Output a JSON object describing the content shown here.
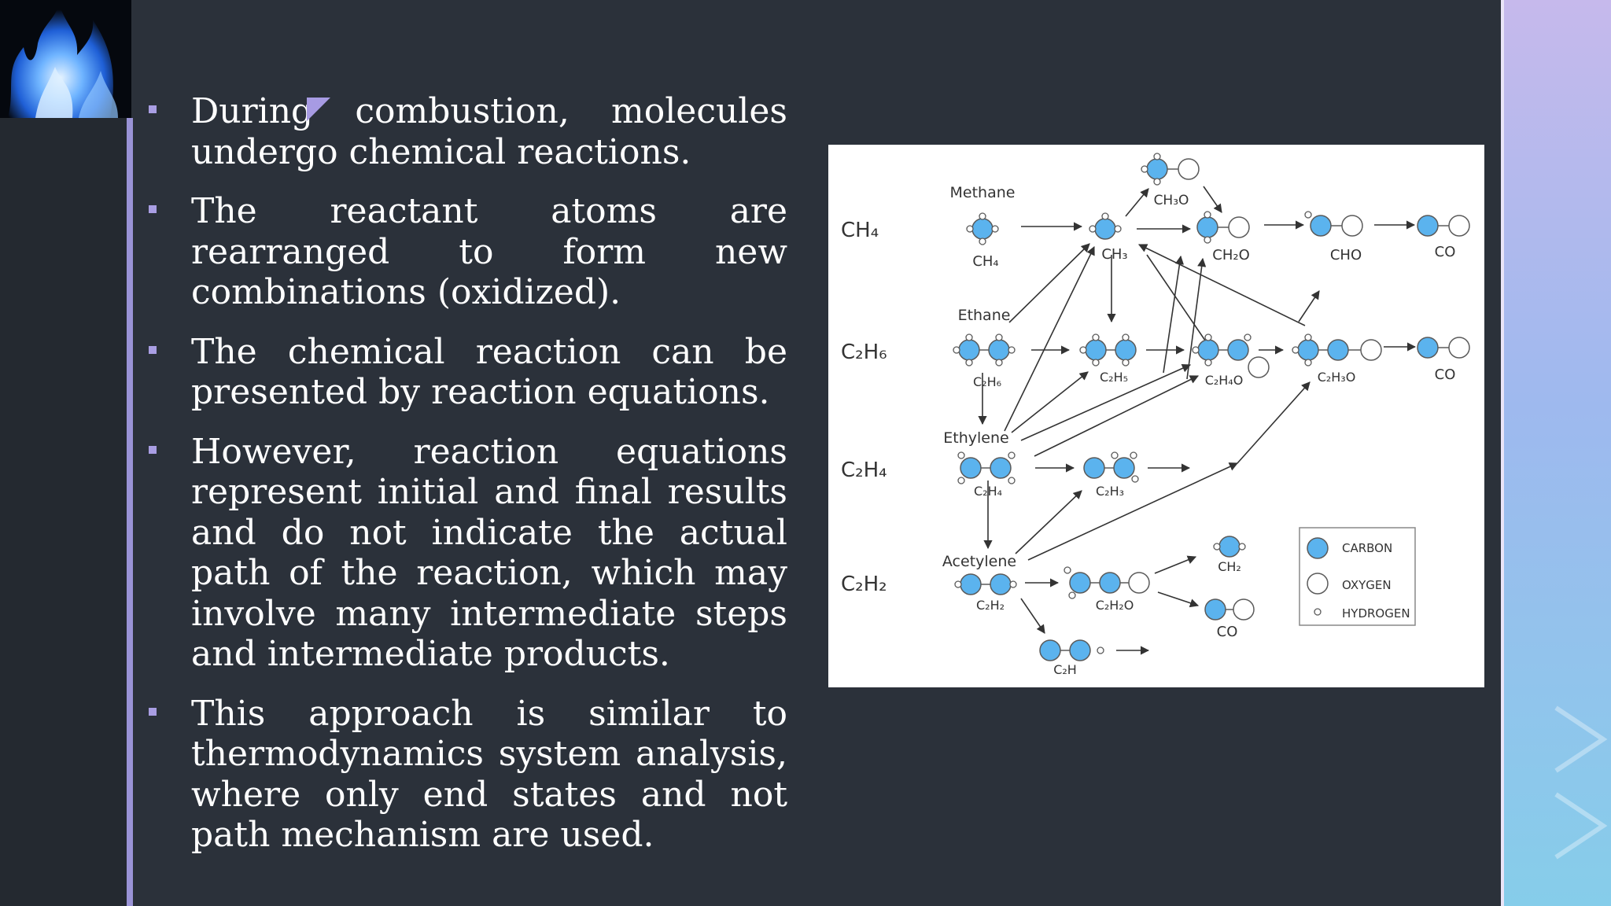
{
  "bullets": [
    "During combustion, molecules undergo chemical reactions.",
    "The reactant atoms are rearranged to form new combinations (oxidized).",
    "The chemical reaction can be presented by reaction equations.",
    "However, reaction equations represent initial and final results and do not indicate the actual path of the reaction, which may involve many intermediate steps and intermediate products.",
    "This approach is similar to thermodynamics system analysis, where only end states and not path mechanism are used."
  ],
  "diagram": {
    "rows": [
      {
        "formula": "CH₄",
        "name": "Methane"
      },
      {
        "formula": "C₂H₆",
        "name": "Ethane"
      },
      {
        "formula": "C₂H₄",
        "name": "Ethylene"
      },
      {
        "formula": "C₂H₂",
        "name": "Acetylene"
      }
    ],
    "species": {
      "ch4": "CH₄",
      "ch3": "CH₃",
      "ch3o": "CH₃O",
      "ch2o": "CH₂O",
      "cho": "CHO",
      "co_row1": "CO",
      "c2h6": "C₂H₆",
      "c2h5": "C₂H₅",
      "c2h4o": "C₂H₄O",
      "c2h3o": "C₂H₃O",
      "co_row2": "CO",
      "c2h4": "C₂H₄",
      "c2h3": "C₂H₃",
      "c2h2": "C₂H₂",
      "c2h2o": "C₂H₂O",
      "ch2": "CH₂",
      "co_row4": "CO",
      "c2h": "C₂H"
    },
    "legend": {
      "carbon": "CARBON",
      "oxygen": "OXYGEN",
      "hydrogen": "HYDROGEN"
    },
    "colors": {
      "carbon": "#5bb3ee",
      "oxygen": "#ffffff",
      "hydrogen": "#ffffff",
      "outline": "#5a5a5a"
    }
  },
  "theme": {
    "background": "#2b313a",
    "accent": "#9a93d6",
    "text": "#ffffff"
  }
}
